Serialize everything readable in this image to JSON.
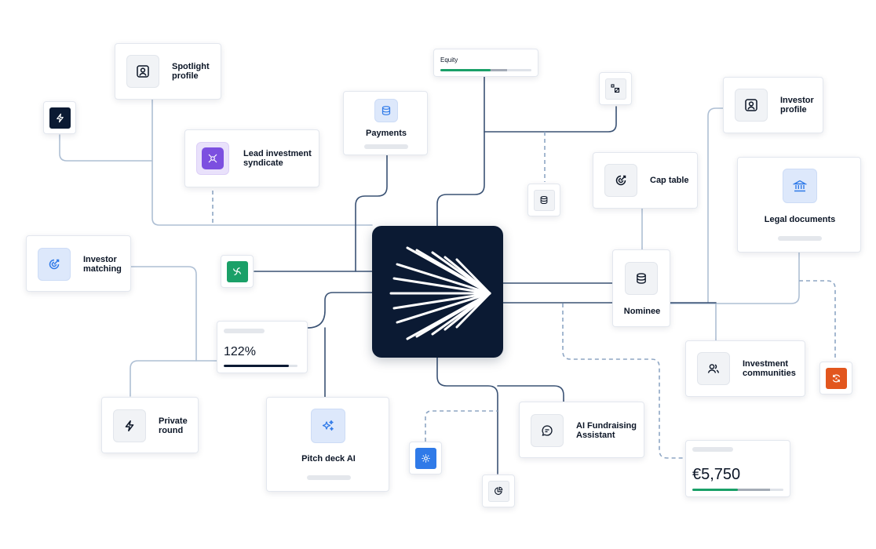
{
  "cards": {
    "spotlight_profile": "Spotlight\nprofile",
    "lead_investment_syndicate": "Lead investment\nsyndicate",
    "payments": "Payments",
    "equity": "Equity",
    "investor_profile": "Investor\nprofile",
    "cap_table": "Cap table",
    "legal_documents": "Legal documents",
    "investor_matching": "Investor\nmatching",
    "nominee": "Nominee",
    "investment_communities": "Investment\ncommunities",
    "private_round": "Private\nround",
    "pitch_deck_ai": "Pitch deck AI",
    "ai_fundraising_assistant": "AI Fundraising\nAssistant"
  },
  "metrics": {
    "growth_value": "122%",
    "growth_progress": 0.88,
    "amount_value": "€5,750",
    "amount_progress": 0.5,
    "equity_progress": 0.55
  },
  "colors": {
    "navy": "#0b1a33",
    "line": "#aebfd4",
    "dark_line": "#3a5274",
    "green": "#1aa068",
    "blue": "#2f7ae8",
    "purple": "#7c4fe0",
    "orange": "#e2561e"
  },
  "icons": {
    "center": "sunburst-arrow-logo",
    "lightning": "lightning-icon",
    "spiral": "spiral-icon",
    "target_blue": "target-icon",
    "cycle": "sync-icon",
    "pie": "pie-chart-icon"
  }
}
